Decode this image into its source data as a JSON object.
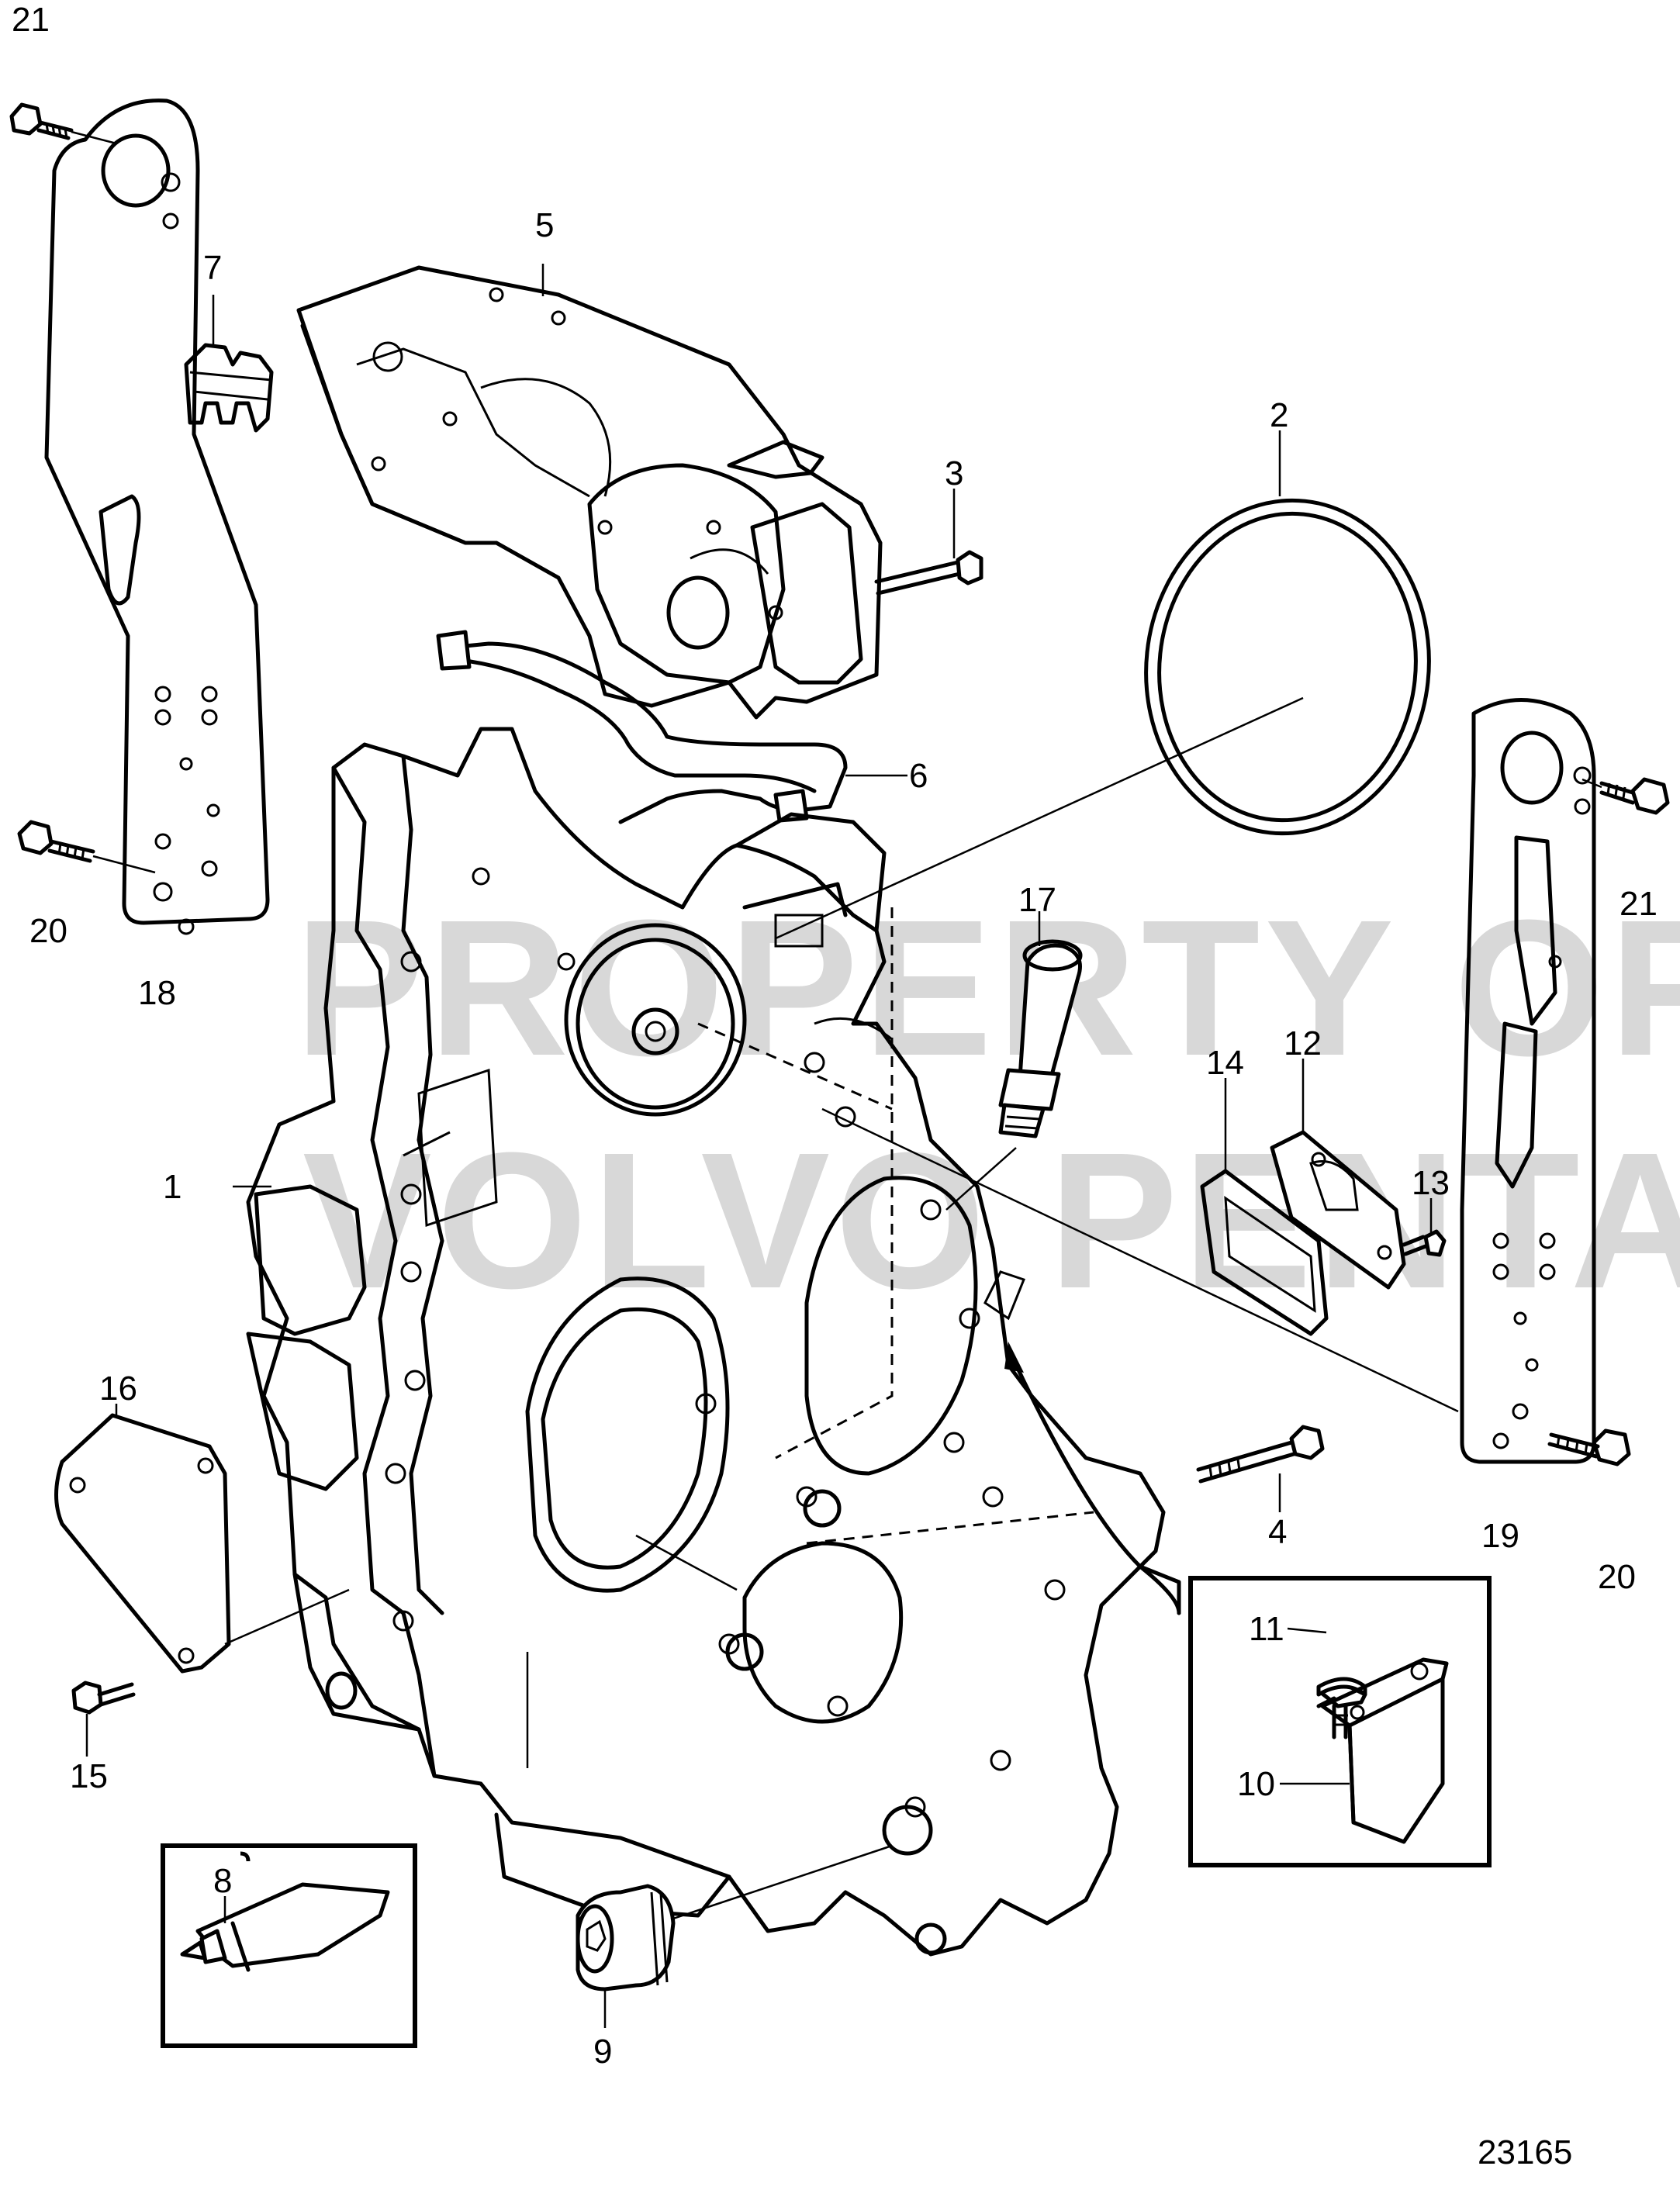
{
  "drawing_number": "23165",
  "watermark": [
    "PROPERTY OF",
    "VOLVO PENTA"
  ],
  "callouts": [
    {
      "id": "c21a",
      "text": "21"
    },
    {
      "id": "c7",
      "text": "7"
    },
    {
      "id": "c5",
      "text": "5"
    },
    {
      "id": "c3",
      "text": "3"
    },
    {
      "id": "c2",
      "text": "2"
    },
    {
      "id": "c6",
      "text": "6"
    },
    {
      "id": "c20a",
      "text": "20"
    },
    {
      "id": "c18",
      "text": "18"
    },
    {
      "id": "c21b",
      "text": "21"
    },
    {
      "id": "c17",
      "text": "17"
    },
    {
      "id": "c14",
      "text": "14"
    },
    {
      "id": "c12",
      "text": "12"
    },
    {
      "id": "c13",
      "text": "13"
    },
    {
      "id": "c1",
      "text": "1"
    },
    {
      "id": "c16",
      "text": "16"
    },
    {
      "id": "c4",
      "text": "4"
    },
    {
      "id": "c19",
      "text": "19"
    },
    {
      "id": "c20b",
      "text": "20"
    },
    {
      "id": "c11",
      "text": "11"
    },
    {
      "id": "c10",
      "text": "10"
    },
    {
      "id": "c15",
      "text": "15"
    },
    {
      "id": "c8",
      "text": "8"
    },
    {
      "id": "c9",
      "text": "9"
    }
  ]
}
